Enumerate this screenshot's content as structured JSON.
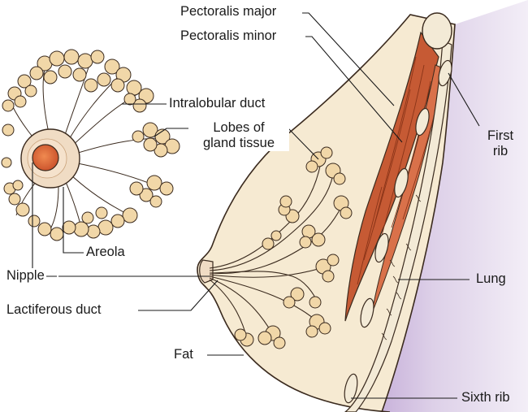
{
  "labels": {
    "pectoralis_major": "Pectoralis major",
    "pectoralis_minor": "Pectoralis minor",
    "intralobular_duct": "Intralobular duct",
    "lobes_line1": "Lobes of",
    "lobes_line2": "gland tissue",
    "first_rib_line1": "First",
    "first_rib_line2": "rib",
    "areola": "Areola",
    "nipple": "Nipple",
    "lactiferous_duct": "Lactiferous duct",
    "lung": "Lung",
    "fat": "Fat",
    "sixth_rib": "Sixth rib"
  },
  "colors": {
    "skin": "#f6ead2",
    "outline": "#3a2a1e",
    "lobule": "#f1d7a8",
    "lobule_shade": "#d9b27a",
    "muscle": "#c65a34",
    "muscle_light": "#e08a5c",
    "rib": "#f3ead6",
    "lung": "#d9c8e4",
    "lung_light": "#efe6f3",
    "areola": "#f0dcc4",
    "nipple": "#d96a3a"
  }
}
